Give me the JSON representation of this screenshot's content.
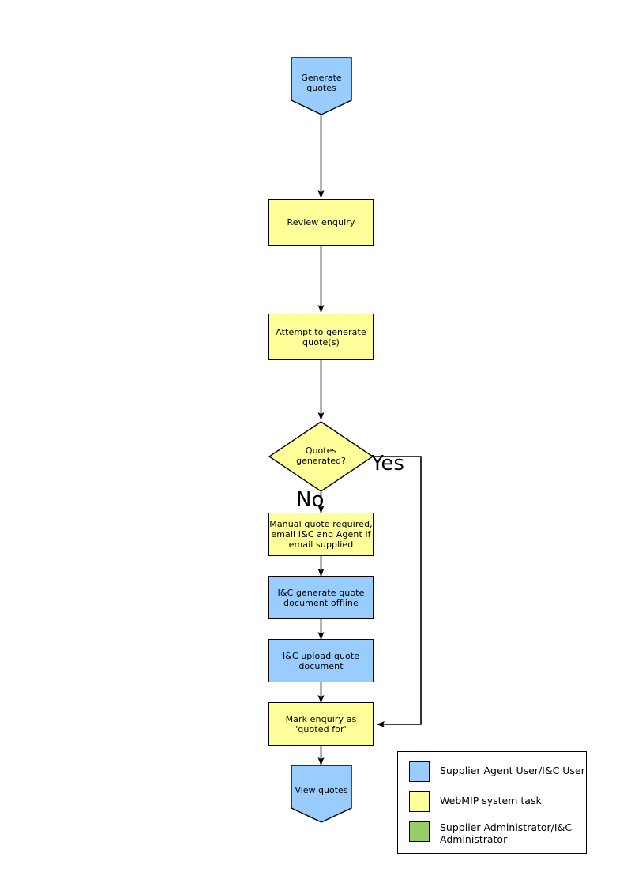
{
  "diagram": {
    "title": "Quote generation process flowchart",
    "colors": {
      "actor_user": "#99ccff",
      "system_task": "#ffff99",
      "administrator": "#99cc66",
      "stroke": "#000000",
      "background": "#ffffff"
    },
    "nodes": [
      {
        "id": "generate-quotes",
        "label": "Generate\nquotes",
        "shape": "pentagon",
        "fill": "#99ccff"
      },
      {
        "id": "review-enquiry",
        "label": "Review enquiry",
        "shape": "rectangle",
        "fill": "#ffff99"
      },
      {
        "id": "attempt-generate",
        "label": "Attempt to generate\nquote(s)",
        "shape": "rectangle",
        "fill": "#ffff99"
      },
      {
        "id": "quotes-generated",
        "label": "Quotes\ngenerated?",
        "shape": "diamond",
        "fill": "#ffff99"
      },
      {
        "id": "manual-quote",
        "label": "Manual quote required,\nemail I&C and Agent if\nemail supplied",
        "shape": "rectangle",
        "fill": "#ffff99"
      },
      {
        "id": "ic-generate-doc",
        "label": "I&C generate quote\ndocument offline",
        "shape": "rectangle",
        "fill": "#99ccff"
      },
      {
        "id": "ic-upload-doc",
        "label": "I&C upload quote\ndocument",
        "shape": "rectangle",
        "fill": "#99ccff"
      },
      {
        "id": "mark-quoted-for",
        "label": "Mark enquiry as 'quoted for'",
        "shape": "rectangle",
        "fill": "#ffff99"
      },
      {
        "id": "view-quotes",
        "label": "View quotes",
        "shape": "pentagon",
        "fill": "#99ccff"
      }
    ],
    "edge_labels": {
      "yes": "Yes",
      "no": "No"
    },
    "legend": {
      "items": [
        {
          "color": "#99ccff",
          "label": "Supplier Agent User/I&C User"
        },
        {
          "color": "#ffff99",
          "label": "WebMIP system task"
        },
        {
          "color": "#99cc66",
          "label": "Supplier Administrator/I&C\nAdministrator"
        }
      ]
    }
  }
}
